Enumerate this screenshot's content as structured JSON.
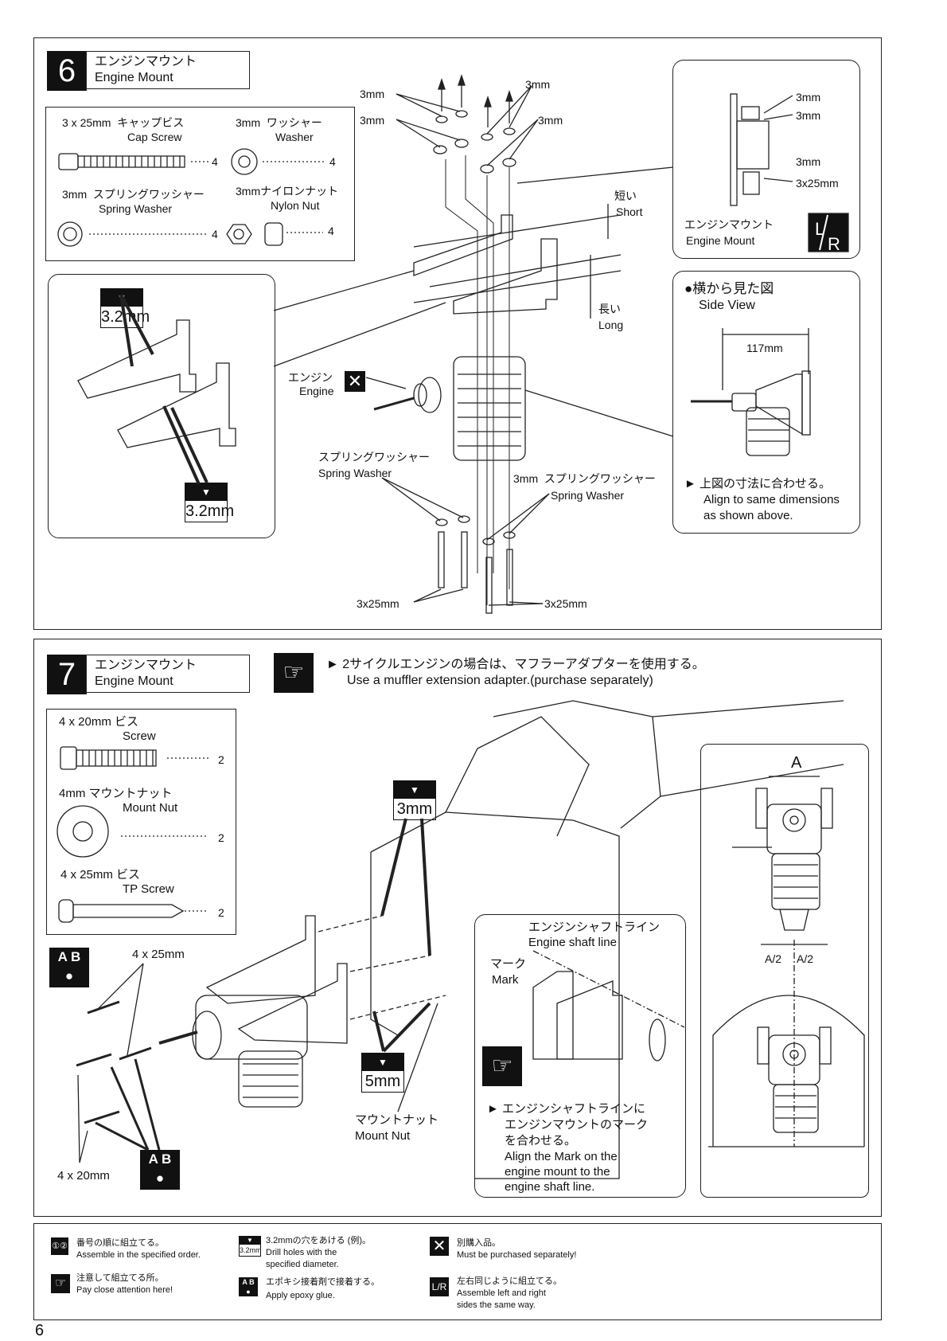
{
  "step6": {
    "number": "6",
    "title_jp": "エンジンマウント",
    "title_en": "Engine Mount",
    "parts": [
      {
        "size": "3 x 25mm",
        "jp": "キャップビス",
        "en": "Cap Screw",
        "qty": "4"
      },
      {
        "size": "3mm",
        "jp": "ワッシャー",
        "en": "Washer",
        "qty": "4"
      },
      {
        "size": "3mm",
        "jp": "スプリングワッシャー",
        "en": "Spring Washer",
        "qty": "4"
      },
      {
        "size": "3mm",
        "jp": "ナイロンナット",
        "en": "Nylon Nut",
        "qty": "4"
      }
    ],
    "drill_label": "3.2mm",
    "callouts": {
      "a": "3mm",
      "b": "3mm",
      "c": "3mm",
      "d": "3mm",
      "short_jp": "短い",
      "short_en": "Short",
      "long_jp": "長い",
      "long_en": "Long",
      "engine_jp": "エンジン",
      "engine_en": "Engine",
      "sw_jp": "スプリングワッシャー",
      "sw_en": "Spring Washer",
      "sw2_prefix": "3mm",
      "sw2_jp": "スプリングワッシャー",
      "sw2_en": "Spring Washer",
      "screw_left": "3x25mm",
      "screw_right": "3x25mm"
    },
    "lr_box": {
      "l1": "3mm",
      "l2": "3mm",
      "l3": "3mm",
      "l4": "3x25mm",
      "jp": "エンジンマウント",
      "en": "Engine Mount"
    },
    "side_view": {
      "jp": "●横から見た図",
      "en": "Side View",
      "dim": "117mm",
      "note_jp": "► 上図の寸法に合わせる。",
      "note_en1": "Align to same dimensions",
      "note_en2": "as shown above."
    }
  },
  "step7": {
    "number": "7",
    "title_jp": "エンジンマウント",
    "title_en": "Engine Mount",
    "note_jp": "► 2サイクルエンジンの場合は、マフラーアダプターを使用する。",
    "note_en": "Use a muffler extension adapter.(purchase separately)",
    "parts": [
      {
        "size": "4 x 20mm",
        "jp": "ビス",
        "en": "Screw",
        "qty": "2"
      },
      {
        "size": "4mm",
        "jp": "マウントナット",
        "en": "Mount Nut",
        "qty": "2"
      },
      {
        "size": "4 x 25mm",
        "jp": "ビス",
        "en": "TP Screw",
        "qty": "2"
      }
    ],
    "callouts": {
      "screw25": "4 x 25mm",
      "screw20": "4 x 20mm",
      "drill_top": "3mm",
      "drill_bottom": "5mm",
      "nut_jp": "マウントナット",
      "nut_en": "Mount Nut"
    },
    "shaft_box": {
      "line_jp": "エンジンシャフトライン",
      "line_en": "Engine shaft line",
      "mark_jp": "マーク",
      "mark_en": "Mark",
      "note_jp1": "► エンジンシャフトラインに",
      "note_jp2": "エンジンマウントのマーク",
      "note_jp3": "を合わせる。",
      "note_en1": "Align the Mark on the",
      "note_en2": "engine mount to the",
      "note_en3": "engine shaft line."
    },
    "dim_box": {
      "a": "A",
      "half": "A/2"
    }
  },
  "legend": [
    {
      "jp": "番号の順に組立てる。",
      "en": "Assemble in the specified order."
    },
    {
      "jp": "3.2mmの穴をあける (例)。",
      "en": "Drill holes with the",
      "en2": "specified diameter."
    },
    {
      "jp": "別購入品。",
      "en": "Must be purchased separately!"
    },
    {
      "jp": "注意して組立てる所。",
      "en": "Pay close attention here!"
    },
    {
      "jp": "エポキシ接着剤で接着する。",
      "en": "Apply epoxy glue."
    },
    {
      "jp": "左右同じように組立てる。",
      "en": "Assemble left and right",
      "en2": "sides the same way."
    }
  ],
  "page_number": "6"
}
